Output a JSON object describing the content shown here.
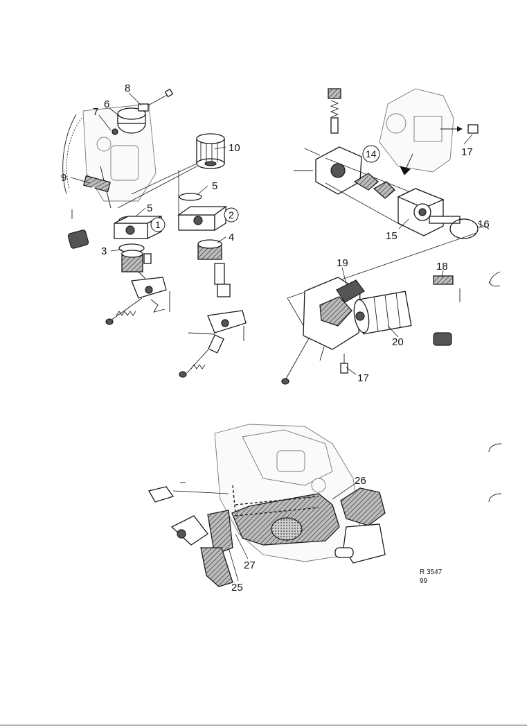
{
  "callouts": {
    "n8": "8",
    "n7": "7",
    "n6": "6",
    "n10": "10",
    "n9": "9",
    "n5a": "5",
    "n5b": "5",
    "n1": "1",
    "n2": "2",
    "n3": "3",
    "n4": "4",
    "n14": "14",
    "n17a": "17",
    "n16": "16",
    "n15": "15",
    "n19": "19",
    "n18": "18",
    "n20": "20",
    "n17b": "17",
    "n26": "26",
    "n27": "27",
    "n25": "25"
  },
  "reference": {
    "code": "R 3547",
    "number": "99"
  }
}
